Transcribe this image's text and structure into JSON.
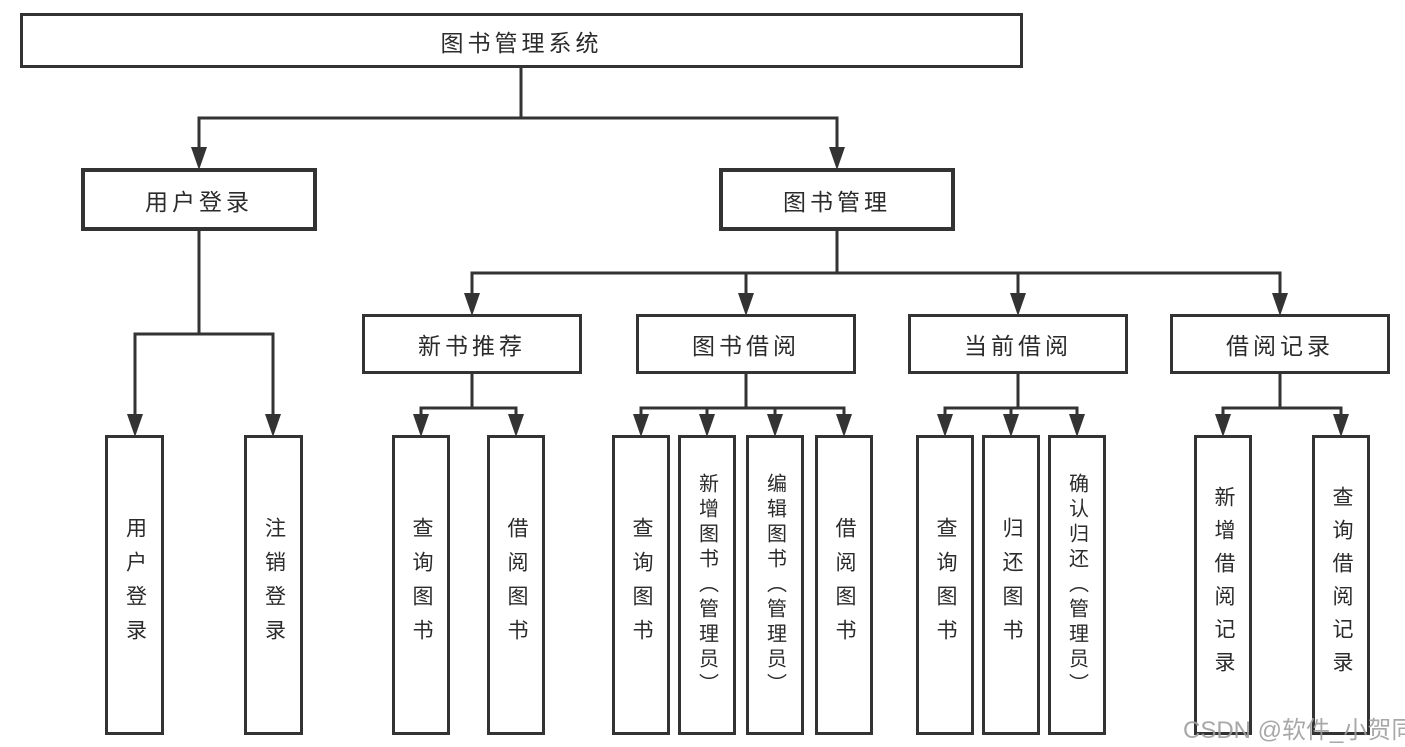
{
  "tree": {
    "root": {
      "label": "图书管理系统"
    },
    "branches": [
      {
        "label": "用户登录",
        "children": [
          {
            "label": "用户登录"
          },
          {
            "label": "注销登录"
          }
        ]
      },
      {
        "label": "图书管理",
        "children": [
          {
            "label": "新书推荐",
            "children": [
              {
                "label": "查询图书"
              },
              {
                "label": "借阅图书"
              }
            ]
          },
          {
            "label": "图书借阅",
            "children": [
              {
                "label": "查询图书"
              },
              {
                "label": "新增图书（管理员）"
              },
              {
                "label": "编辑图书（管理员）"
              },
              {
                "label": "借阅图书"
              }
            ]
          },
          {
            "label": "当前借阅",
            "children": [
              {
                "label": "查询图书"
              },
              {
                "label": "归还图书"
              },
              {
                "label": "确认归还（管理员）"
              }
            ]
          },
          {
            "label": "借阅记录",
            "children": [
              {
                "label": "新增借阅记录"
              },
              {
                "label": "查询借阅记录"
              }
            ]
          }
        ]
      }
    ]
  },
  "watermark": {
    "text": "CSDN @软件_小贺同学"
  },
  "colors": {
    "line": "#333333",
    "box_border": "#333333",
    "text": "#2b2b2b",
    "watermark": "#9e9e9e",
    "background": "#ffffff"
  }
}
